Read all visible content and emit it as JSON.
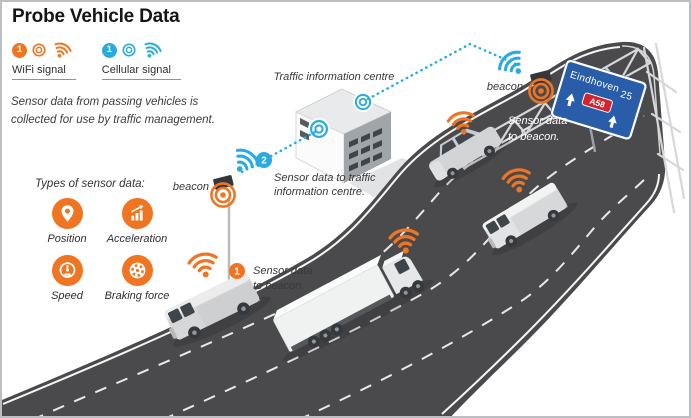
{
  "title": "Probe Vehicle Data",
  "colors": {
    "wifi_orange": "#f07522",
    "cellular_blue": "#29abe2",
    "road_gray": "#4a4a4c",
    "sign_blue": "#2a5da9",
    "route_red": "#d2232e"
  },
  "legend": {
    "wifi": {
      "badge": "1",
      "label": "WiFi signal",
      "icons": [
        "number-badge-icon",
        "ring-icon",
        "wifi-waves-icon"
      ]
    },
    "cellular": {
      "badge": "1",
      "label": "Cellular signal",
      "icons": [
        "number-badge-icon",
        "ring-icon",
        "wifi-waves-icon"
      ]
    }
  },
  "description": {
    "line1": "Sensor data from passing vehicles is",
    "line2": "collected for use by traffic management."
  },
  "sensors": {
    "heading": "Types of sensor data:",
    "items": [
      {
        "label": "Position",
        "icon": "position-pin-icon"
      },
      {
        "label": "Acceleration",
        "icon": "acceleration-chart-icon"
      },
      {
        "label": "Speed",
        "icon": "speedometer-icon"
      },
      {
        "label": "Braking force",
        "icon": "brake-disc-icon"
      }
    ]
  },
  "diagram": {
    "traffic_centre_label": "Traffic information centre",
    "beacon_left_label": "beacon",
    "beacon_right_label": "beacon",
    "step1": {
      "badge": "1",
      "line1": "Sensor data",
      "line2": "to beacon."
    },
    "step2": {
      "badge": "2",
      "line1": "Sensor data to traffic",
      "line2": "information centre."
    },
    "step3": {
      "line1": "Sensor data",
      "line2": "to beacon."
    },
    "sign": {
      "destination": "Eindhoven",
      "exit_number": "25",
      "route": "A58"
    }
  }
}
